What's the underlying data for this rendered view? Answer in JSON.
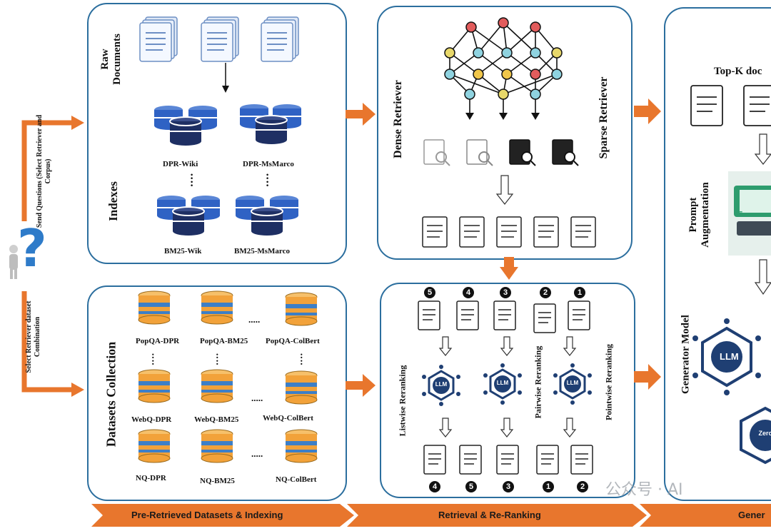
{
  "left": {
    "top_label": "Send Questions (Select Retriever and Corpus)",
    "bottom_label": "Select Retriever dataset Combination"
  },
  "panel1": {
    "raw_label": "Raw Documents",
    "indexes_label": "Indexes",
    "indexes": [
      "DPR-Wiki",
      "DPR-MsMarco",
      "BM25-Wik",
      "BM25-MsMarco"
    ],
    "dots": ":"
  },
  "panel2": {
    "title": "Datasets Collection",
    "datasets": [
      "PopQA-DPR",
      "PopQA-BM25",
      "PopQA-ColBert",
      "WebQ-DPR",
      "WebQ-BM25",
      "WebQ-ColBert",
      "NQ-DPR",
      "NQ-BM25",
      "NQ-ColBert"
    ],
    "hdots": "....."
  },
  "panel3": {
    "dense_label": "Dense Retriever",
    "sparse_label": "Sparse Retriever"
  },
  "panel4": {
    "listwise": "Listwise Reranking",
    "pairwise": "Pairwise Reranking",
    "pointwise": "Pointwise Reranking",
    "top_ranks": [
      "5",
      "4",
      "3",
      "2",
      "1"
    ],
    "bottom_ranks": [
      "4",
      "5",
      "3",
      "1",
      "2"
    ],
    "llm": "LLM"
  },
  "panel5": {
    "topk": "Top-K doc",
    "prompt_aug": "Prompt Augmentation",
    "generator": "Generator Model",
    "llm": "LLM",
    "zero_shot": "Zero Sho"
  },
  "banner": {
    "stage1": "Pre-Retrieved Datasets & Indexing",
    "stage2": "Retrieval & Re-Ranking",
    "stage3": "Gener"
  },
  "watermark": "公众号 · AI",
  "colors": {
    "panel_border": "#2b6e9e",
    "arrow_orange": "#e8762d",
    "db_blue": "#2f62c4",
    "db_orange": "#f2a23a",
    "llm_navy": "#1f3f73"
  }
}
